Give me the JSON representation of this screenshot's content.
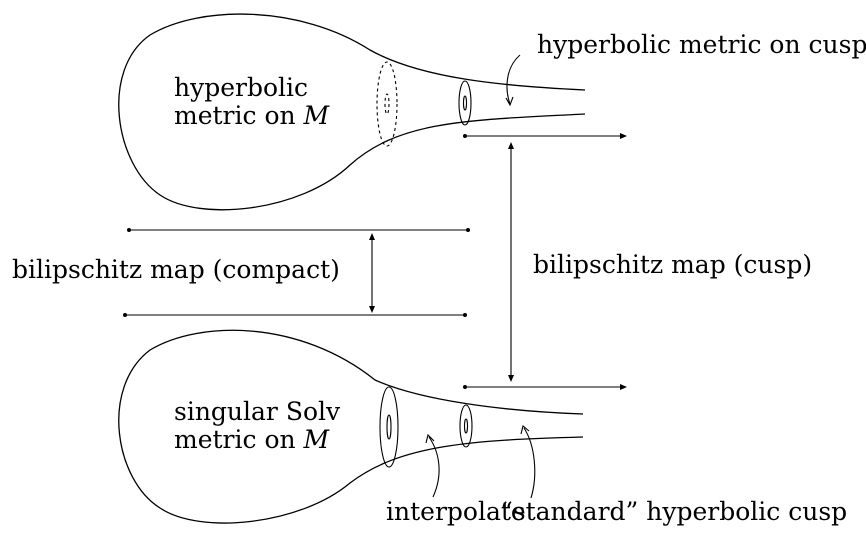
{
  "top": {
    "region_line1": "hyperbolic",
    "region_line2_prefix": "metric on ",
    "region_line2_var": "M",
    "cusp_label": "hyperbolic metric on cusp"
  },
  "middle": {
    "compact_label": "bilipschitz map (compact)",
    "cusp_label": "bilipschitz map (cusp)"
  },
  "bottom": {
    "region_line1": "singular Solv",
    "region_line2_prefix": "metric on ",
    "region_line2_var": "M",
    "interpolate_label": "interpolate",
    "standard_label": "“standard” hyperbolic cusp"
  }
}
